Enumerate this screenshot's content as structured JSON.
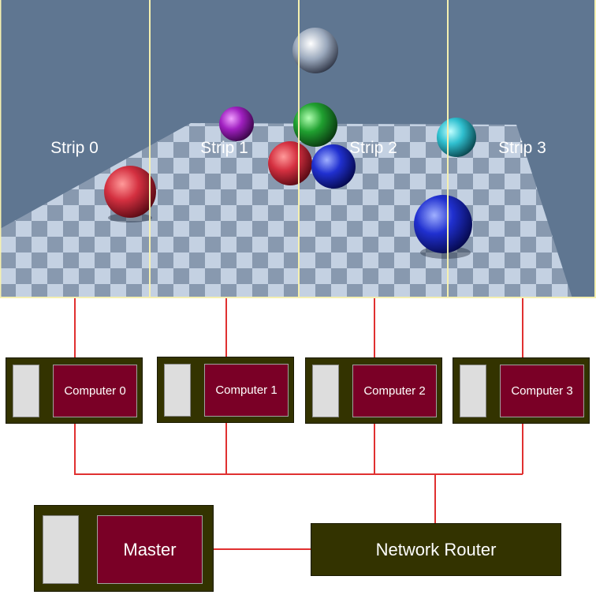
{
  "render": {
    "strips": [
      "Strip 0",
      "Strip 1",
      "Strip 2",
      "Strip 3"
    ],
    "colors": {
      "sky": "#5f7691",
      "divider": "#f5f0b0",
      "floor_light": "#c9d6e6",
      "floor_dark": "#8a9bb1"
    }
  },
  "computers": [
    "Computer 0",
    "Computer 1",
    "Computer 2",
    "Computer 3"
  ],
  "master": {
    "label": "Master"
  },
  "router": {
    "label": "Network Router"
  },
  "colors": {
    "box": "#333300",
    "label_fill": "#7a0026",
    "slot": "#dddddd",
    "wire": "#e03030"
  }
}
